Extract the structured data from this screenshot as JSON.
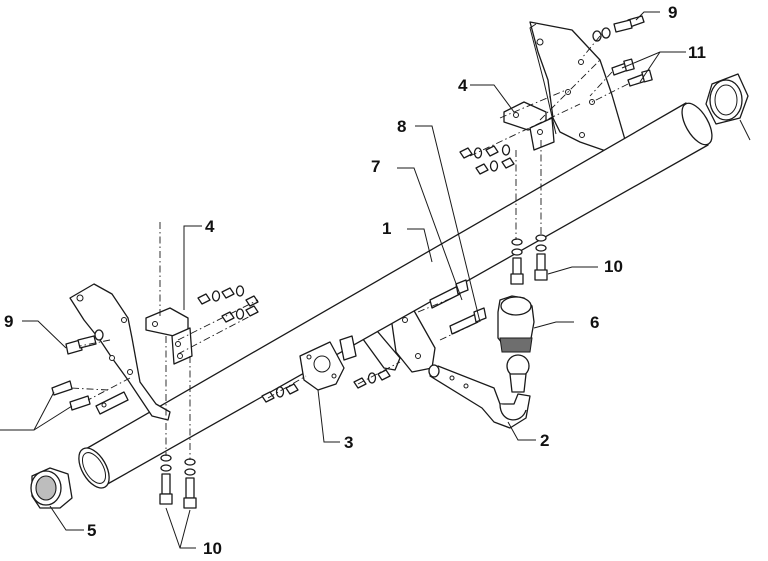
{
  "diagram": {
    "callouts": [
      {
        "id": "c1",
        "text": "1"
      },
      {
        "id": "c2",
        "text": "2"
      },
      {
        "id": "c3",
        "text": "3"
      },
      {
        "id": "c4a",
        "text": "4"
      },
      {
        "id": "c4b",
        "text": "4"
      },
      {
        "id": "c5",
        "text": "5"
      },
      {
        "id": "c6",
        "text": "6"
      },
      {
        "id": "c7",
        "text": "7"
      },
      {
        "id": "c8",
        "text": "8"
      },
      {
        "id": "c9a",
        "text": "9"
      },
      {
        "id": "c9b",
        "text": "9"
      },
      {
        "id": "c10a",
        "text": "10"
      },
      {
        "id": "c10b",
        "text": "10"
      },
      {
        "id": "c11",
        "text": "11"
      }
    ]
  }
}
